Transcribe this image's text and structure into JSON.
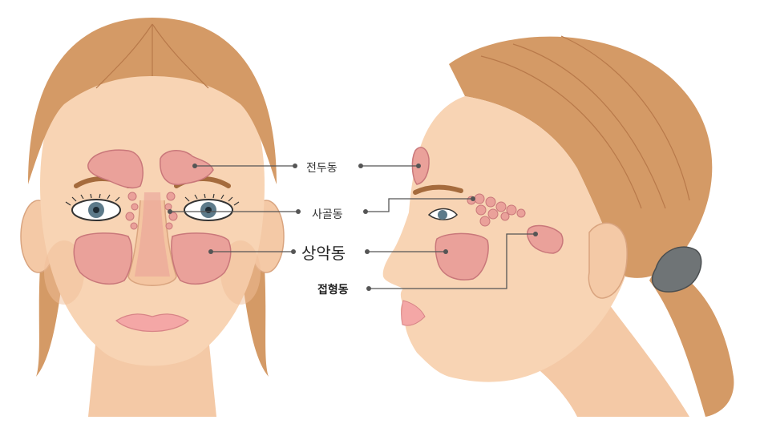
{
  "labels": {
    "frontal": "전두동",
    "ethmoid": "사골동",
    "maxillary": "상악동",
    "sphenoid": "접형동"
  },
  "colors": {
    "skin": "#f8d4b4",
    "skin_shadow": "#efbd97",
    "hair": "#d49a66",
    "hair_dark": "#b8794a",
    "sinus_fill": "#eaa19a",
    "sinus_stroke": "#c9777a",
    "leader_line": "#555555",
    "scrunchie": "#6f7476"
  }
}
